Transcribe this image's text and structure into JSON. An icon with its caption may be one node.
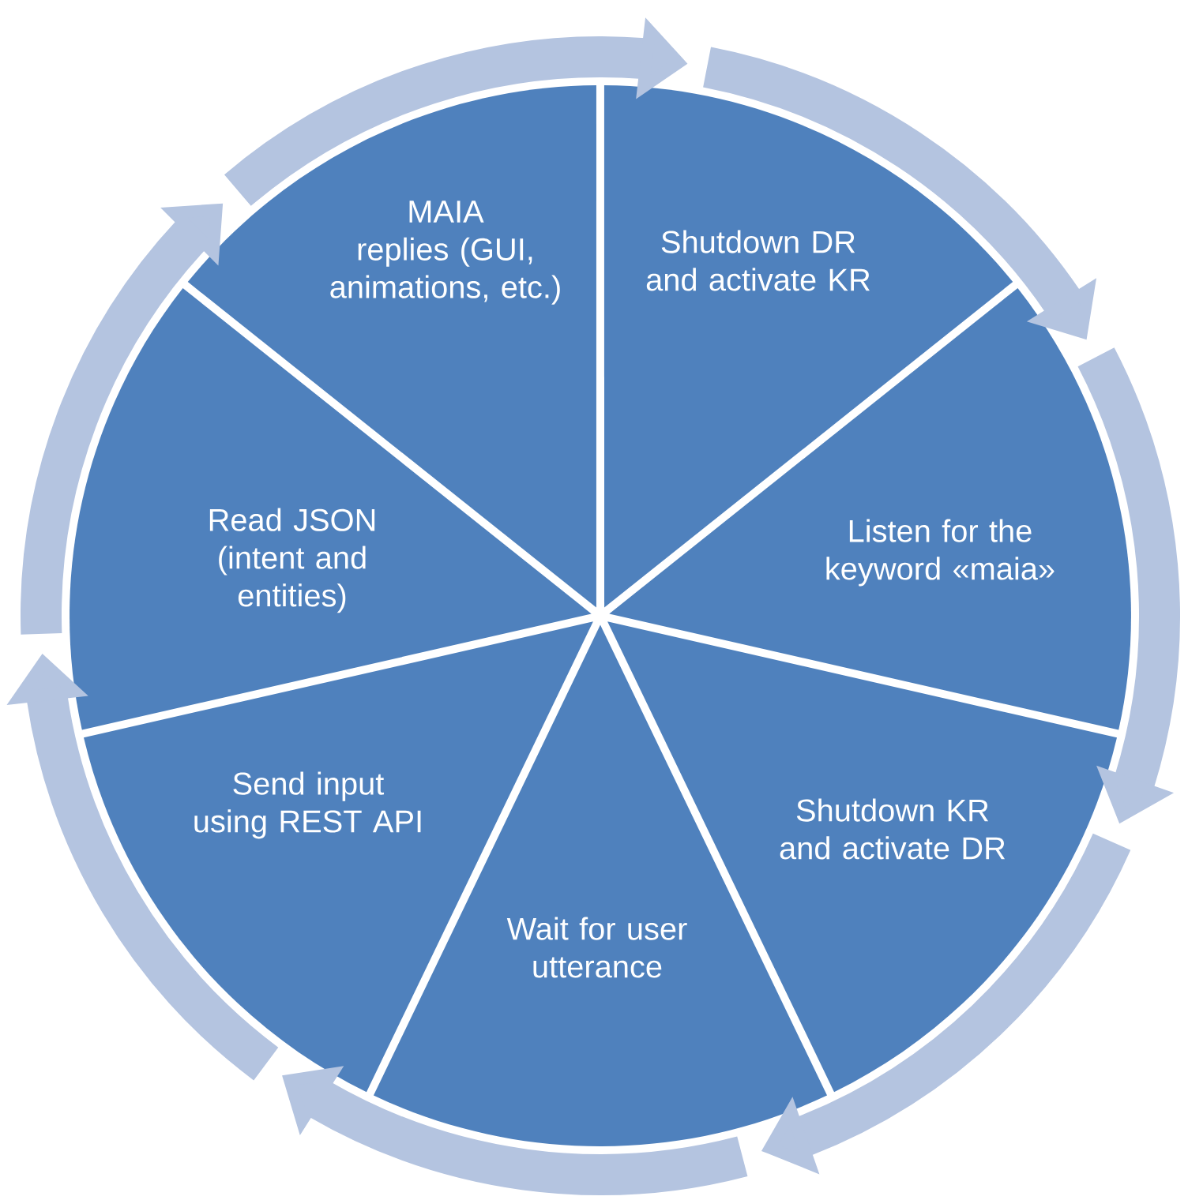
{
  "diagram": {
    "nodes": [
      {
        "text": [
          "MAIA replies (GUI, animations, etc.)"
        ]
      },
      {
        "text": [
          "Shutdown DR and activate KR"
        ]
      },
      {
        "text": [
          "Listen for the keyword «maia»"
        ]
      },
      {
        "text": [
          "Shutdown KR and activate DR"
        ]
      },
      {
        "text": [
          "Wait for user utterance"
        ]
      },
      {
        "text": [
          "Send input using REST API"
        ]
      },
      {
        "text": [
          "Read JSON (intent and entities)"
        ]
      }
    ],
    "edges": [
      {
        "from": 0,
        "to": 1,
        "arrow": "to"
      },
      {
        "from": 1,
        "to": 2,
        "arrow": "to"
      },
      {
        "from": 2,
        "to": 3,
        "arrow": "to"
      },
      {
        "from": 3,
        "to": 4,
        "arrow": "to"
      },
      {
        "from": 4,
        "to": 5,
        "arrow": "to"
      },
      {
        "from": 5,
        "to": 6,
        "arrow": "to"
      },
      {
        "from": 6,
        "to": 0,
        "arrow": "to"
      }
    ]
  }
}
